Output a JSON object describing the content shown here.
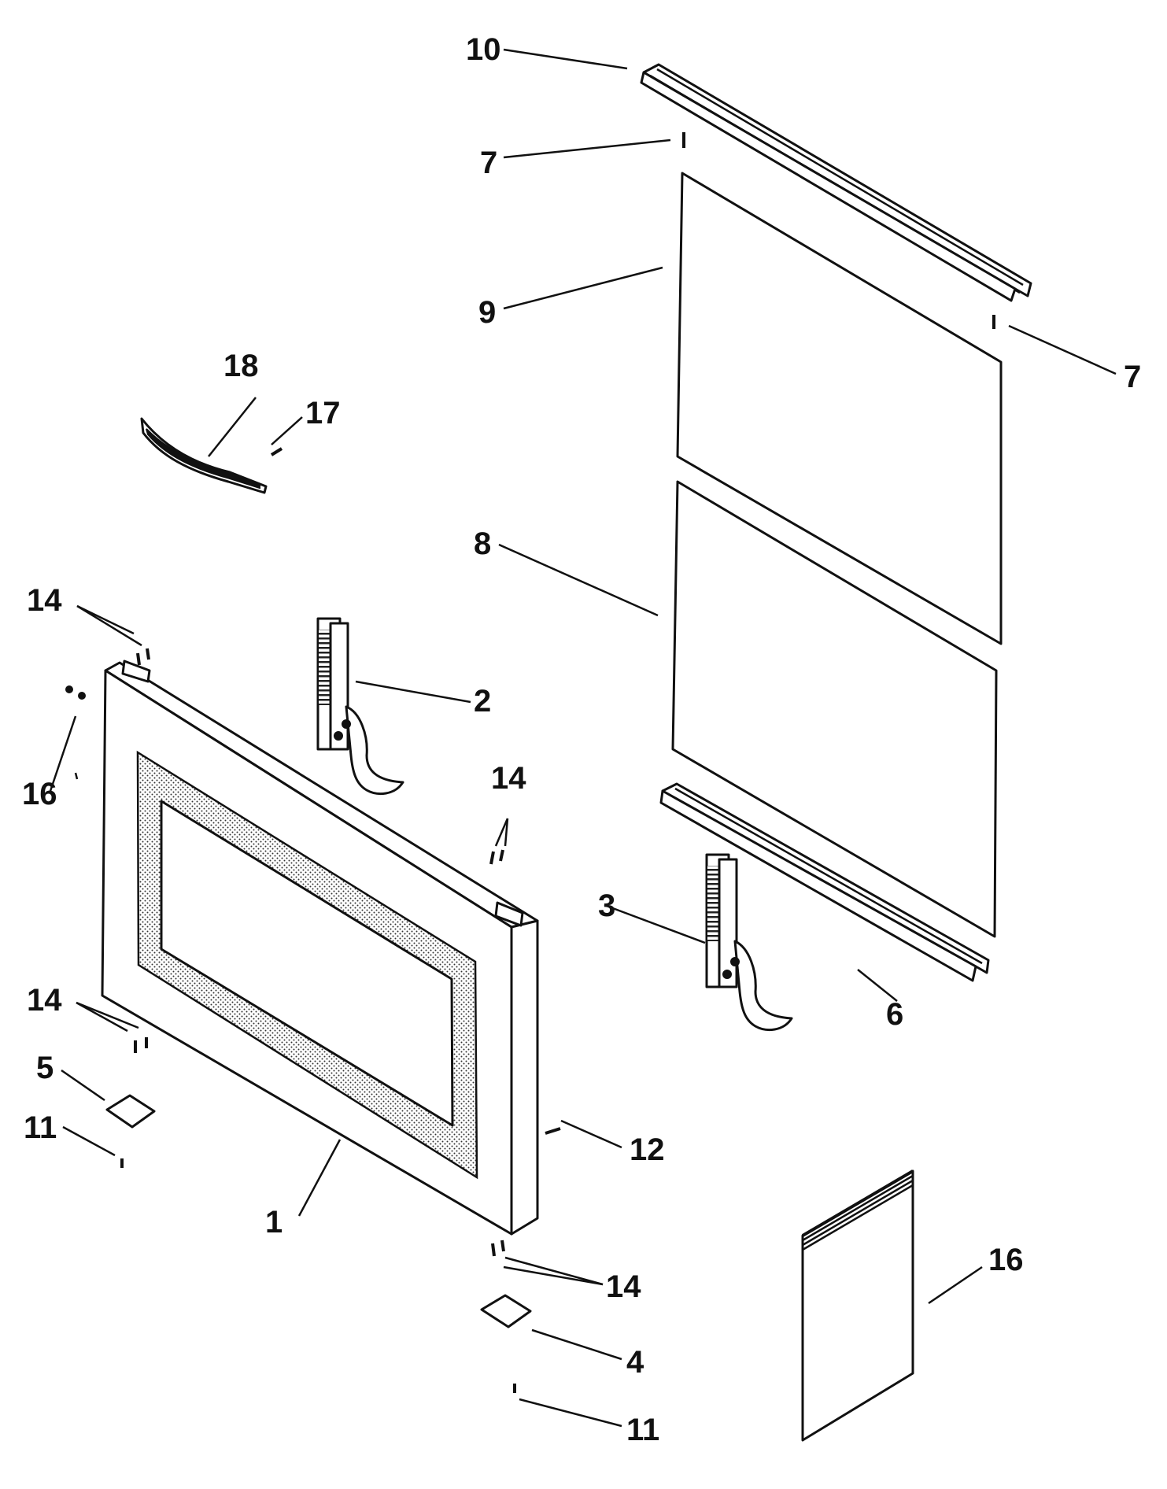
{
  "diagram": {
    "callouts": {
      "c10": "10",
      "c7a": "7",
      "c7b": "7",
      "c9": "9",
      "c8": "8",
      "c18": "18",
      "c17": "17",
      "c14a": "14",
      "c16a": "16",
      "c2": "2",
      "c14b": "14",
      "c3": "3",
      "c6": "6",
      "c14c": "14",
      "c5": "5",
      "c11a": "11",
      "c12": "12",
      "c1": "1",
      "c14d": "14",
      "c4": "4",
      "c11b": "11",
      "c16b": "16"
    }
  }
}
